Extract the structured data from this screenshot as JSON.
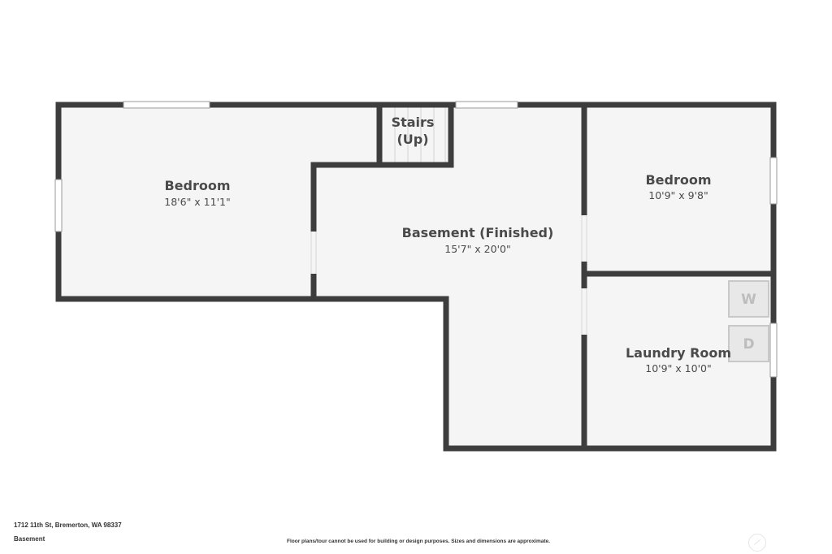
{
  "rooms": {
    "bedroom_left": {
      "name": "Bedroom",
      "dims": "18'6\" x 11'1\""
    },
    "stairs": {
      "line1": "Stairs",
      "line2": "(Up)"
    },
    "basement": {
      "name": "Basement (Finished)",
      "dims": "15'7\" x 20'0\""
    },
    "bedroom_right": {
      "name": "Bedroom",
      "dims": "10'9\" x 9'8\""
    },
    "laundry": {
      "name": "Laundry Room",
      "dims": "10'9\" x 10'0\""
    }
  },
  "appliances": {
    "washer": "W",
    "dryer": "D"
  },
  "footer": {
    "address": "1712 11th St, Bremerton, WA 98337",
    "level": "Basement",
    "disclaimer": "Floor plans/tour cannot be used for building or design purposes. Sizes and dimensions are approximate."
  },
  "colors": {
    "wall": "#3d3d3d",
    "floor": "#f5f5f5",
    "window": "#cfcfcf",
    "appliance": "#e6e6e6"
  }
}
